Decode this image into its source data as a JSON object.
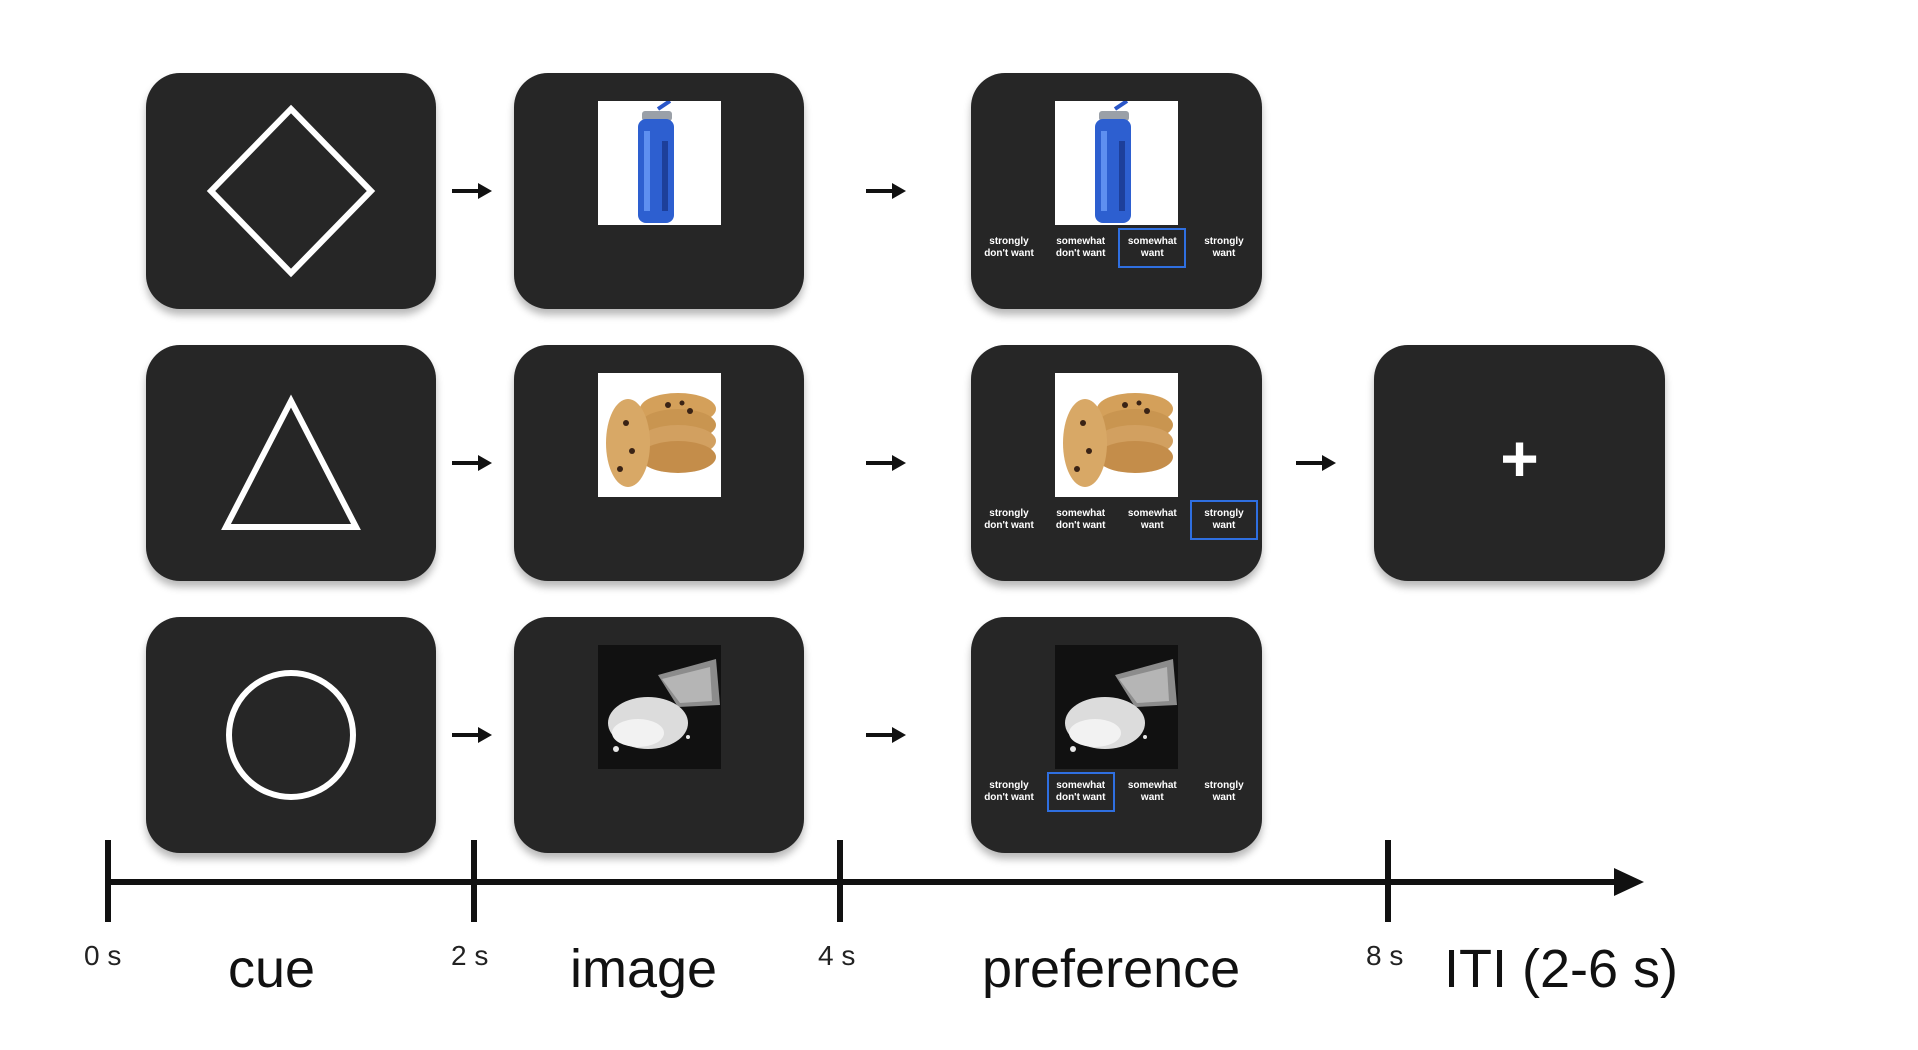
{
  "colors": {
    "screen_bg": "#262626",
    "highlight": "#2f6fe0",
    "axis": "#111111"
  },
  "rating_labels": [
    "strongly\ndon't want",
    "somewhat\ndon't want",
    "somewhat\nwant",
    "strongly\nwant"
  ],
  "trials": [
    {
      "cue_shape": "diamond-icon",
      "stimulus": "water-bottle-image",
      "selected_rating_index": 2
    },
    {
      "cue_shape": "triangle-icon",
      "stimulus": "cookies-image",
      "selected_rating_index": 3
    },
    {
      "cue_shape": "circle-icon",
      "stimulus": "white-powder-image",
      "selected_rating_index": 1
    }
  ],
  "iti_symbol": "+",
  "timeline": {
    "ticks": [
      "0 s",
      "2 s",
      "4 s",
      "8 s"
    ],
    "phases": [
      "cue",
      "image",
      "preference",
      "ITI (2-6 s)"
    ]
  }
}
